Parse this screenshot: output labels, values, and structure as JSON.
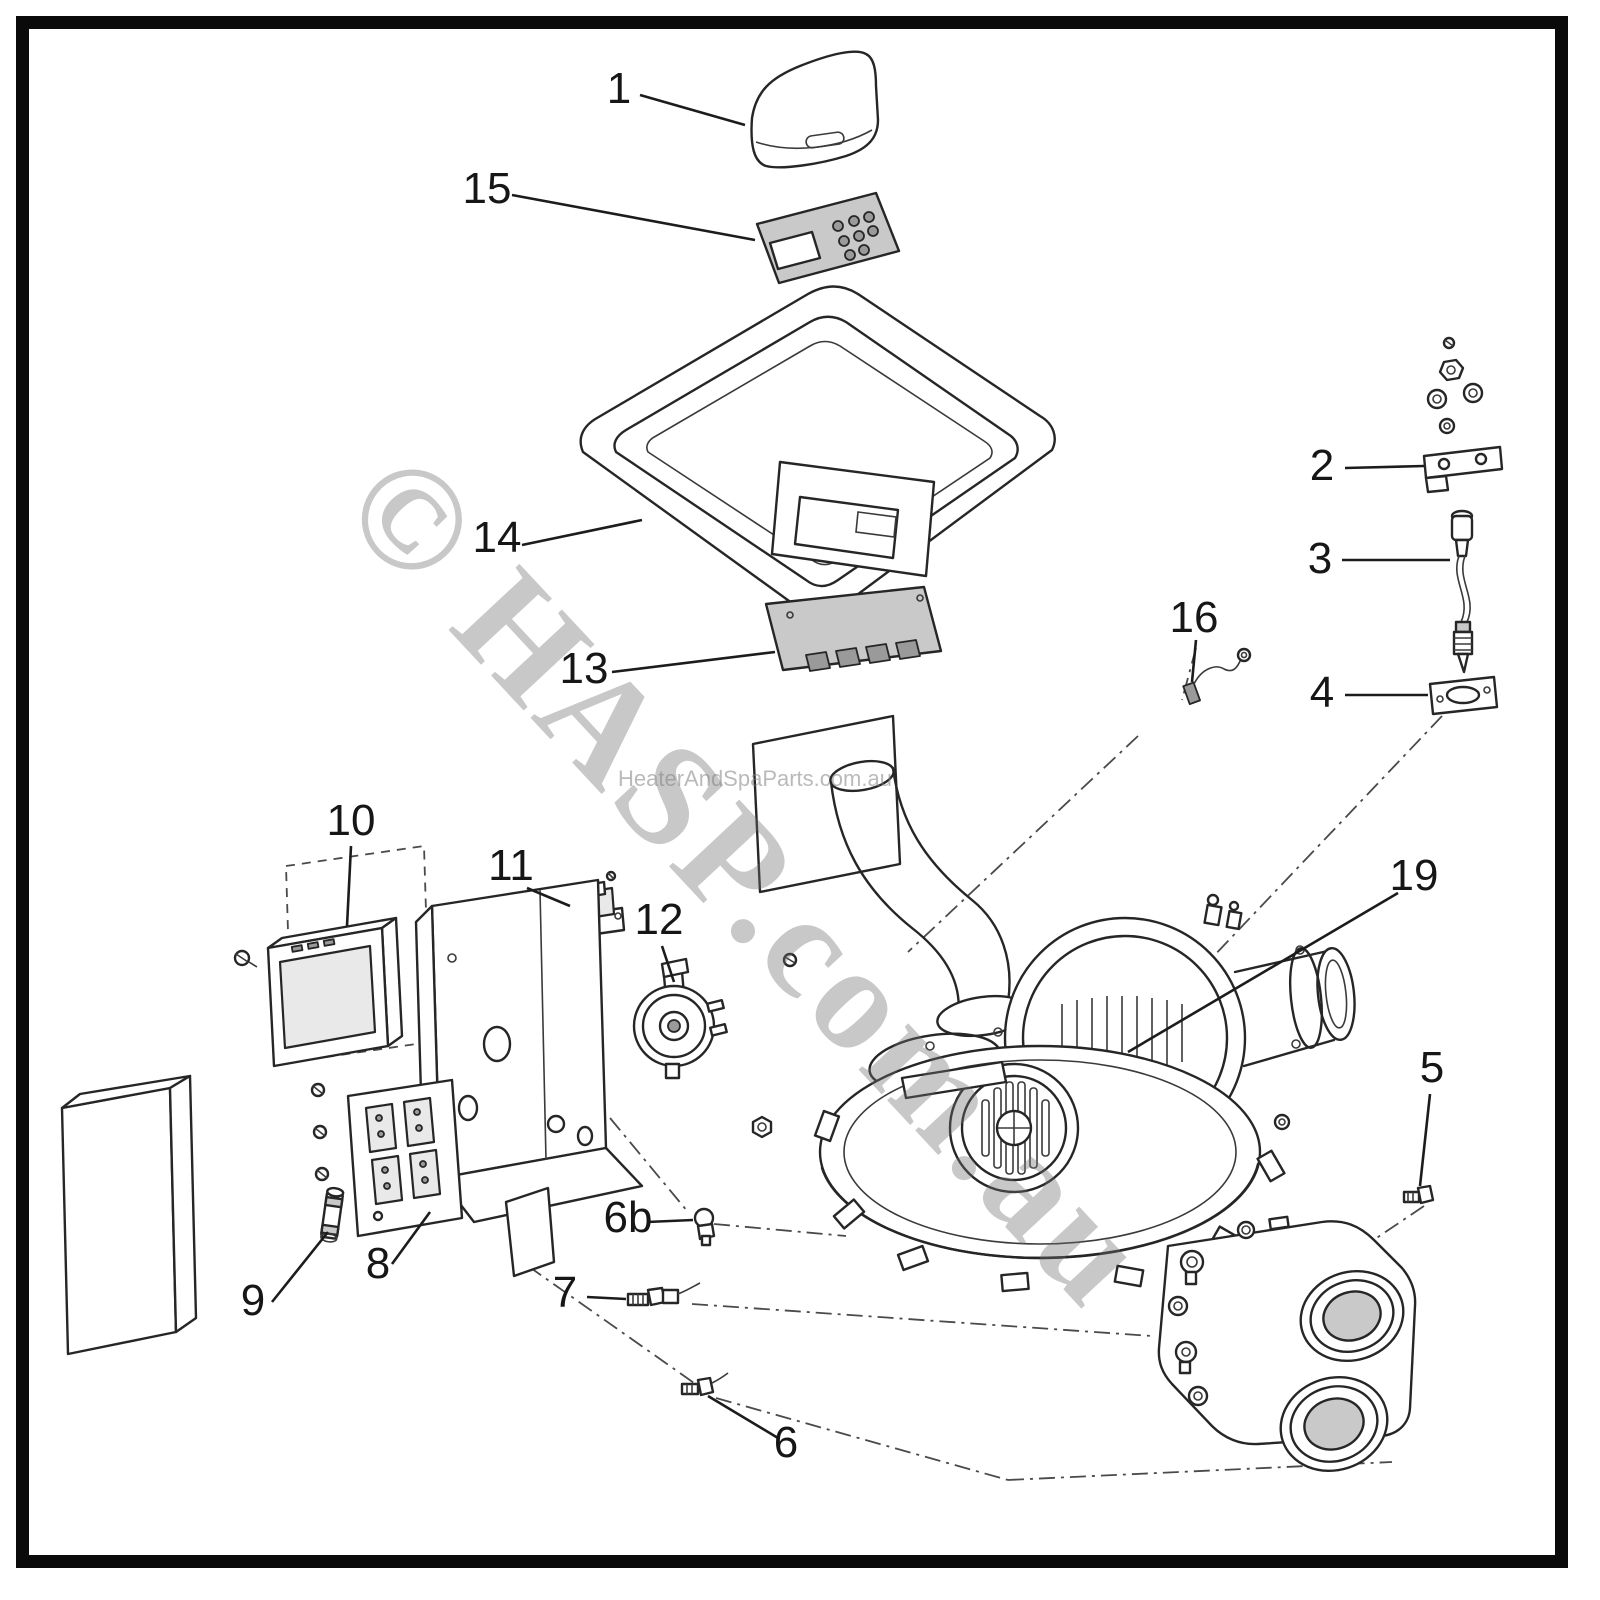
{
  "watermark": {
    "diagonal": "© HASP.com.au",
    "small": "HeaterAndSpaParts.com.au"
  },
  "callouts": {
    "1": "1",
    "2": "2",
    "3": "3",
    "4": "4",
    "5": "5",
    "6": "6",
    "6b": "6b",
    "7": "7",
    "8": "8",
    "9": "9",
    "10": "10",
    "11": "11",
    "12": "12",
    "13": "13",
    "14": "14",
    "15": "15",
    "16": "16",
    "19": "19"
  }
}
